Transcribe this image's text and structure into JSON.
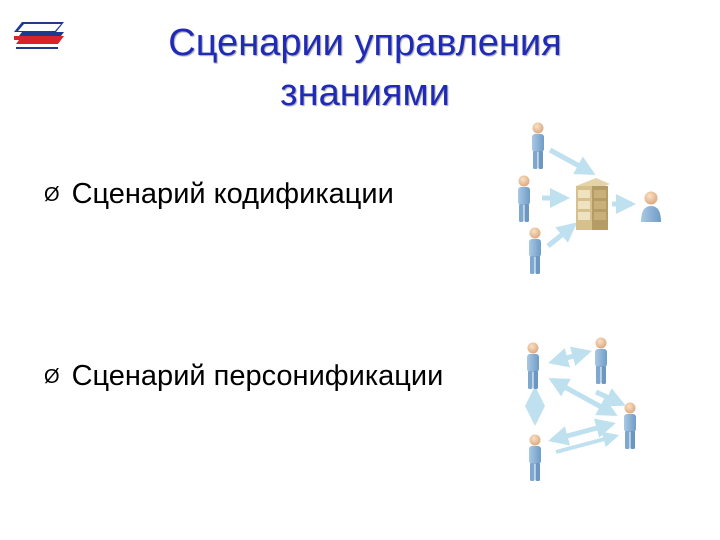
{
  "slide": {
    "title_line1": "Сценарии управления",
    "title_line2": "знаниями",
    "bullets": [
      {
        "marker": "Ø",
        "text": "Сценарий кодификации"
      },
      {
        "marker": "Ø",
        "text": "Сценарий персонификации"
      }
    ]
  },
  "colors": {
    "title": "#1f2bb8",
    "person_body": "#8fb6d9",
    "person_head": "#f2c8a0",
    "arrow": "#bfe0ee",
    "logo_red": "#d8232a",
    "logo_blue": "#1f3a8a"
  },
  "icons": {
    "logo": "stacked-books-logo",
    "person": "person-icon",
    "server": "server-rack-icon"
  }
}
